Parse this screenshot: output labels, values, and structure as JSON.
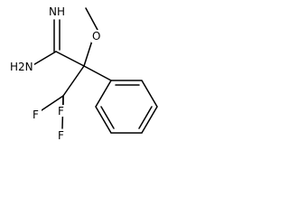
{
  "molecule": {
    "atom_labels": {
      "imine_nh": "NH",
      "amine_nh2": "H2N",
      "methoxy_o": "O",
      "fluorine_top": "F",
      "fluorine_left": "F",
      "fluorine_bottom": "F"
    },
    "colors": {
      "bond": "#000000",
      "label": "#000000",
      "background": "#ffffff"
    }
  }
}
